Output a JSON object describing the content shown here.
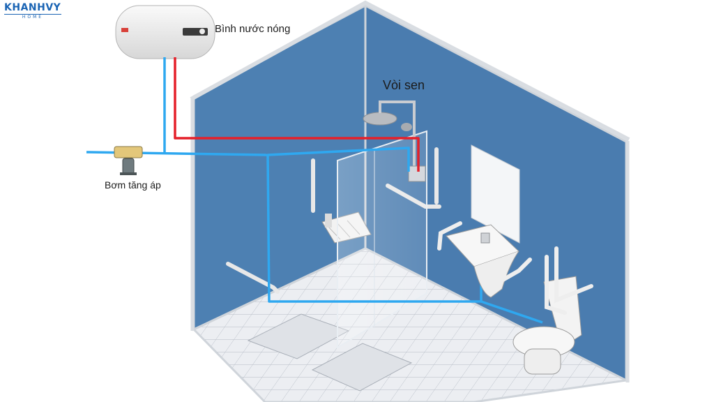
{
  "brand": {
    "name": "KHANHVY",
    "sub": "HOME"
  },
  "labels": {
    "water_heater": "Bình nước nóng",
    "shower": "Vòi sen",
    "booster_pump": "Bơm tăng áp"
  },
  "colors": {
    "wall": "#4c7fb1",
    "wall_dark": "#3f6f9f",
    "floor": "#e6e9ee",
    "cold_pipe": "#2fa8f0",
    "hot_pipe": "#e5202a",
    "brand": "#1a64b4"
  }
}
